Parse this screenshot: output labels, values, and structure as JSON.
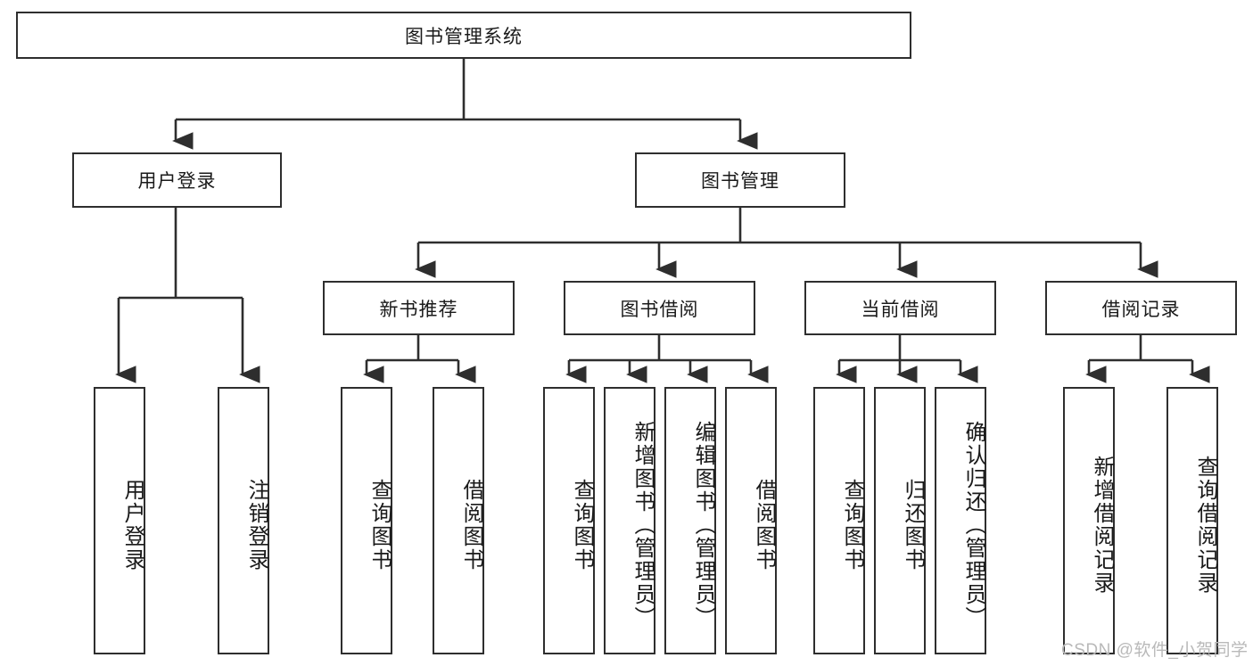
{
  "diagram": {
    "type": "hierarchy-tree",
    "title": "图书管理系统",
    "root": {
      "id": "root",
      "label": "图书管理系统"
    },
    "level2": [
      {
        "id": "user-login",
        "label": "用户登录"
      },
      {
        "id": "book-manage",
        "label": "图书管理"
      }
    ],
    "level3": [
      {
        "id": "new-book-rec",
        "label": "新书推荐",
        "parent": "book-manage"
      },
      {
        "id": "book-borrow",
        "label": "图书借阅",
        "parent": "book-manage"
      },
      {
        "id": "current-borrow",
        "label": "当前借阅",
        "parent": "book-manage"
      },
      {
        "id": "borrow-record",
        "label": "借阅记录",
        "parent": "book-manage"
      }
    ],
    "leaves": {
      "user_login": [
        {
          "id": "leaf-user-login",
          "label": "用户登录"
        },
        {
          "id": "leaf-user-logout",
          "label": "注销登录"
        }
      ],
      "new_book_rec": [
        {
          "id": "leaf-query-book-1",
          "label": "查询图书"
        },
        {
          "id": "leaf-borrow-book-1",
          "label": "借阅图书"
        }
      ],
      "book_borrow": [
        {
          "id": "leaf-query-book-2",
          "label": "查询图书"
        },
        {
          "id": "leaf-add-book",
          "label": "新增图书（管理员）"
        },
        {
          "id": "leaf-edit-book",
          "label": "编辑图书（管理员）"
        },
        {
          "id": "leaf-borrow-book-2",
          "label": "借阅图书"
        }
      ],
      "current_borrow": [
        {
          "id": "leaf-query-book-3",
          "label": "查询图书"
        },
        {
          "id": "leaf-return-book",
          "label": "归还图书"
        },
        {
          "id": "leaf-confirm-return",
          "label": "确认归还（管理员）"
        }
      ],
      "borrow_record": [
        {
          "id": "leaf-add-record",
          "label": "新增借阅记录"
        },
        {
          "id": "leaf-query-record",
          "label": "查询借阅记录"
        }
      ]
    }
  },
  "watermark": {
    "text": "CSDN @软件_小贺同学"
  },
  "colors": {
    "background": "#ffffff",
    "box_border": "#2e2e2e",
    "connector": "#2e2e2e",
    "text": "#1a1a1a",
    "watermark": "#b9b9b9"
  }
}
